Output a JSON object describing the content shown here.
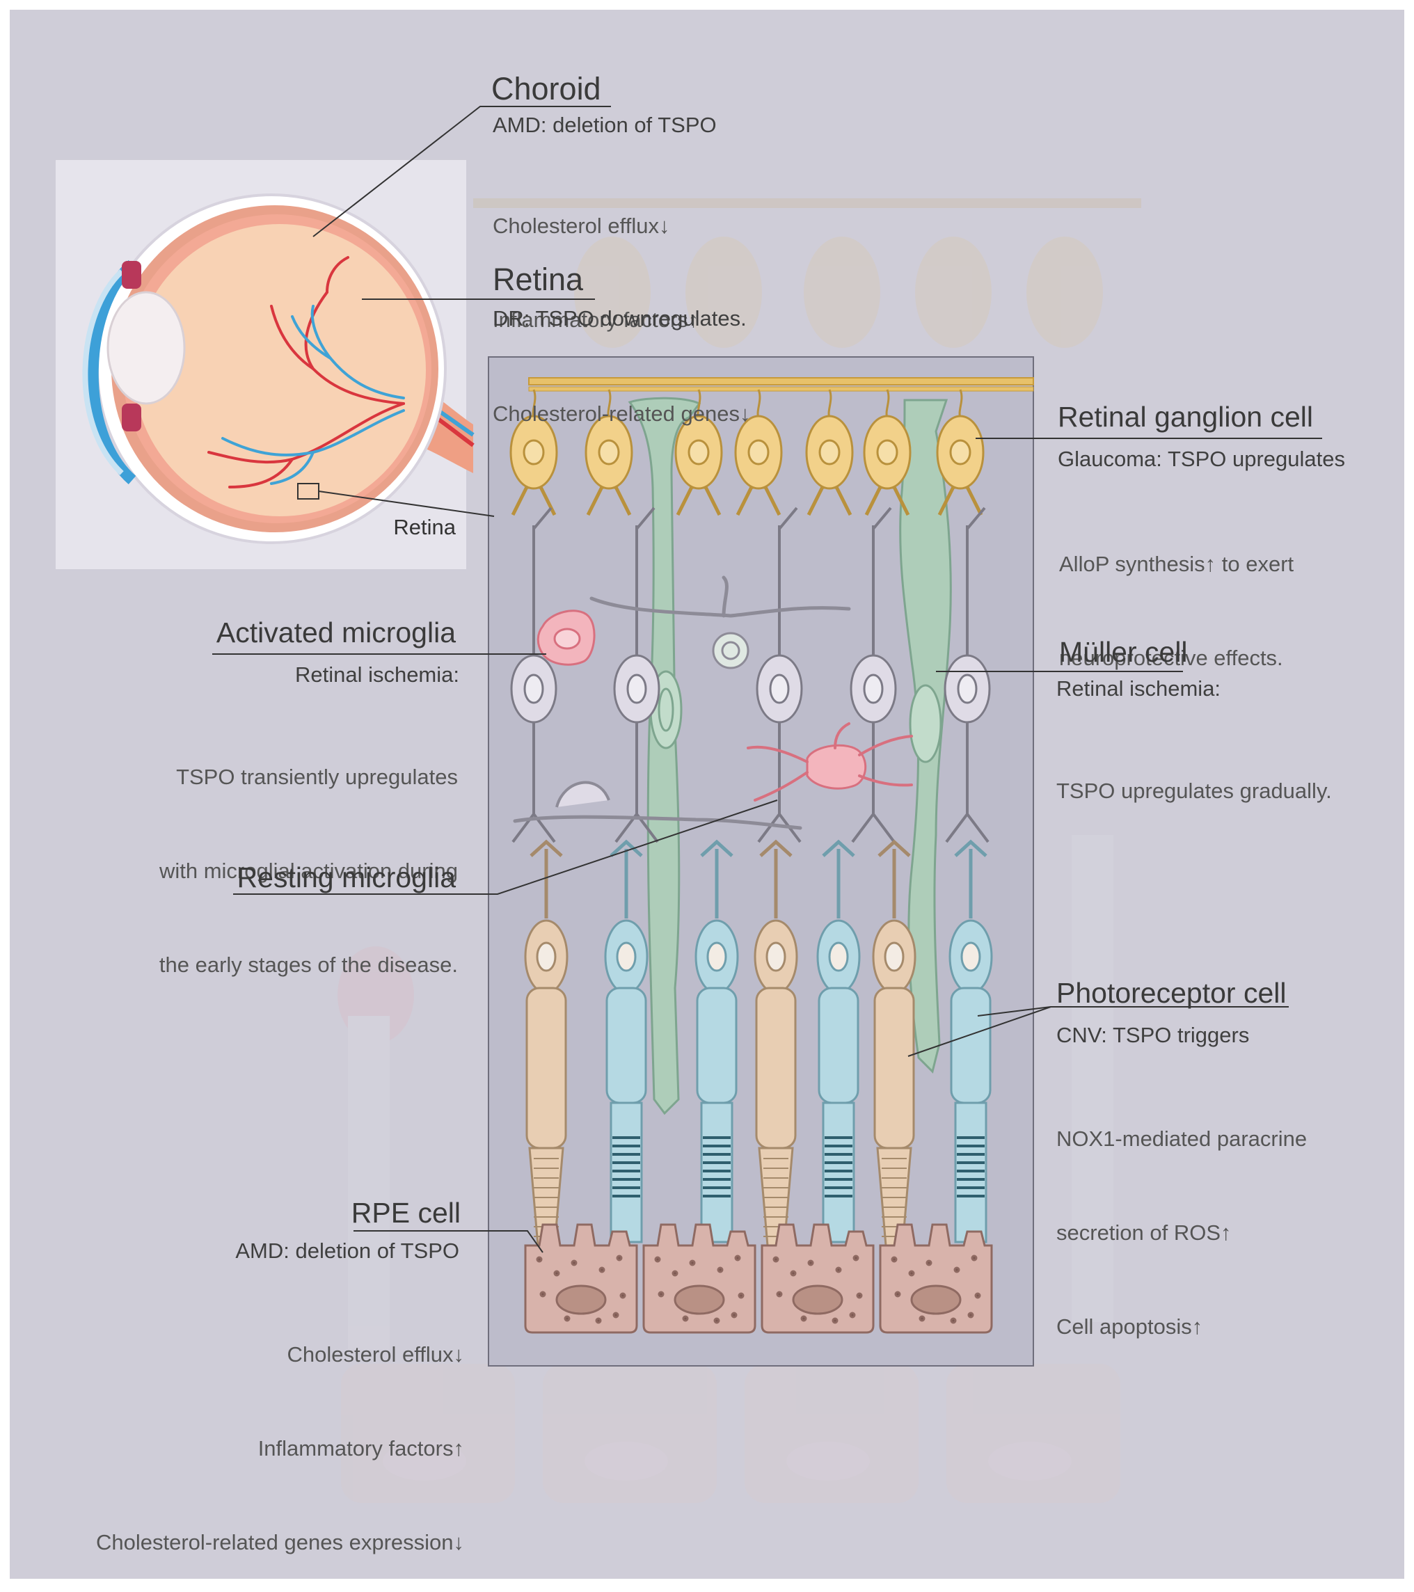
{
  "colors": {
    "background": "#cfcdd8",
    "inset_background": "#e6e4ec",
    "panel": "#bdbccb",
    "ganglion": "#f2d18a",
    "bipolar": "#dfdbe6",
    "muller": "#aecdb9",
    "cone": "#e8ceb3",
    "rod": "#b5d9e3",
    "rpe": "#d8b3ab",
    "microglia": "#f1aab3",
    "nerve_fiber": "#e7c16a",
    "label_text": "#3a3a3a",
    "leader_line": "#333333"
  },
  "eye_inset": {
    "retina_label": "Retina"
  },
  "labels": {
    "choroid": {
      "title": "Choroid",
      "subtitle": "AMD: deletion of TSPO",
      "lines": [
        "Cholesterol efflux↓",
        "Inflammatory factors↑",
        "Cholesterol-related genes↓"
      ]
    },
    "retina": {
      "title": "Retina",
      "subtitle": "DR: TSPO downregulates."
    },
    "ganglion": {
      "title": "Retinal ganglion cell",
      "subtitle": "Glaucoma: TSPO upregulates",
      "lines": [
        "AlloP synthesis↑ to exert",
        "neuroprotective effects."
      ]
    },
    "activated_microglia": {
      "title": "Activated microglia",
      "subtitle": "Retinal ischemia:",
      "lines": [
        "TSPO transiently upregulates",
        "with microglial activation during",
        "the early stages of the disease."
      ]
    },
    "muller": {
      "title": "Müller cell",
      "subtitle": "Retinal ischemia:",
      "lines": [
        "TSPO upregulates gradually."
      ]
    },
    "resting_microglia": {
      "title": "Resting microglia"
    },
    "photoreceptor": {
      "title": "Photoreceptor cell",
      "subtitle": "CNV: TSPO triggers",
      "lines": [
        "NOX1-mediated paracrine",
        "secretion of ROS↑",
        "Cell apoptosis↑"
      ]
    },
    "rpe": {
      "title": "RPE cell",
      "subtitle": "AMD: deletion of TSPO",
      "lines": [
        "Cholesterol efflux↓",
        "Inflammatory factors↑",
        "Cholesterol-related genes expression↓"
      ]
    }
  }
}
